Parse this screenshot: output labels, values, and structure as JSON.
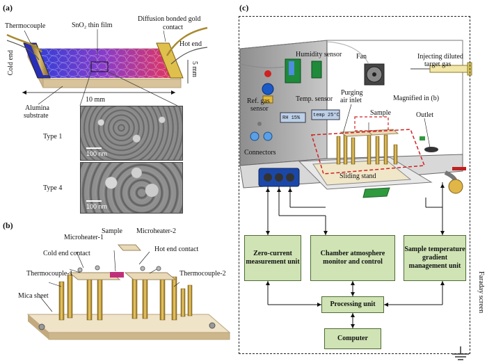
{
  "panel_a": {
    "label": "(a)",
    "thermocouple": "Thermocouple",
    "film": "SnO₂ thin film",
    "diffusion": "Diffusion bonded gold",
    "contact": "contact",
    "hot_end": "Hot end",
    "cold_end": "Cold end",
    "width": "5 mm",
    "length": "10 mm",
    "alumina": "Alumina",
    "substrate": "substrate",
    "type1": "Type 1",
    "type4": "Type 4",
    "scale1": "100 nm",
    "scale2": "100 nm"
  },
  "panel_b": {
    "label": "(b)",
    "sample": "Sample",
    "microheater1": "Microheater-1",
    "microheater2": "Microheater-2",
    "cold_contact": "Cold end contact",
    "hot_contact": "Hot end contact",
    "thermocouple1": "Thermocouple-1",
    "thermocouple2": "Thermocouple-2",
    "mica": "Mica sheet"
  },
  "panel_c": {
    "label": "(c)",
    "humidity": "Humidity sensor",
    "fan": "Fan",
    "inject1": "Injecting diluted",
    "inject2": "target gas",
    "ref1": "Ref. gas",
    "ref2": "sensor",
    "temp": "Temp. sensor",
    "purge1": "Purging",
    "purge2": "air inlet",
    "sample": "Sample",
    "magnified": "Magnified in (b)",
    "outlet": "Outlet",
    "connectors": "Connectors",
    "sliding": "Sliding stand",
    "lcd1": "RH 15%",
    "lcd2": "temp 25°C",
    "faraday": "Faraday screen",
    "box_zero": "Zero-current measurement unit",
    "box_chamber": "Chamber atmosphere monitor and control",
    "box_gradient": "Sample temperature gradient management unit",
    "box_processing": "Processing unit",
    "box_computer": "Computer"
  },
  "colors": {
    "box_fill": "#cfe3b4",
    "gold": "#c9a43a",
    "film_blue": "#3b3fd6",
    "film_red": "#e03050",
    "ring_red": "#d02020"
  }
}
